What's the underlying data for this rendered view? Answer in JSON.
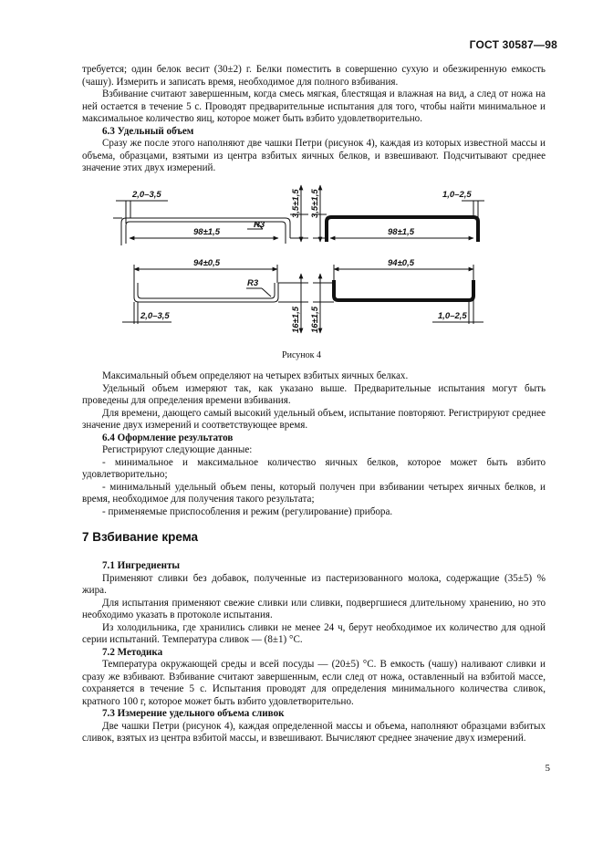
{
  "header": {
    "standard": "ГОСТ 30587—98"
  },
  "para_top": [
    "требуется; один белок весит (30±2) г. Белки поместить в совершенно сухую и обезжиренную емкость (чашу). Измерить и записать время, необходимое для полного взбивания.",
    "Взбивание считают завершенным, когда смесь мягкая, блестящая и влажная на вид, а след от ножа на ней остается в течение 5 с. Проводят предварительные испытания для того, чтобы найти минимальное и максимальное количество яиц, которое может быть взбито удовлетворительно."
  ],
  "s63": {
    "title": "6.3 Удельный объем",
    "text": "Сразу же после этого наполняют две чашки Петри (рисунок 4), каждая из которых известной массы и объема, образцами, взятыми из центра взбитых яичных белков, и взвешивают. Подсчитывают среднее значение этих двух измерений."
  },
  "figure": {
    "caption": "Рисунок 4",
    "dims": {
      "wall_tl": "2,0–3,5",
      "wall_tr": "1,0–2,5",
      "wall_bl": "2,0–3,5",
      "wall_br": "1,0–2,5",
      "height_t1": "3,5±1,5",
      "height_t2": "3,5±1,5",
      "height_b1": "16±1,5",
      "height_b2": "16±1,5",
      "width_t1": "98±1,5",
      "width_t2": "98±1,5",
      "width_b1": "94±0,5",
      "width_b2": "94±0,5",
      "radius_t": "R3",
      "radius_b": "R3"
    }
  },
  "para_mid": [
    "Максимальный объем определяют на четырех взбитых яичных белках.",
    "Удельный объем измеряют так, как указано выше. Предварительные испытания могут быть проведены для определения времени взбивания.",
    "Для времени, дающего самый высокий удельный объем, испытание повторяют. Регистрируют среднее значение двух измерений и соответствующее время."
  ],
  "s64": {
    "title": "6.4 Оформление результатов",
    "intro": "Регистрируют следующие данные:",
    "items": [
      "- минимальное и максимальное количество яичных белков, которое может быть взбито удовлетворительно;",
      "- минимальный удельный объем пены, который получен при взбивании четырех яичных белков, и время, необходимое для получения такого результата;",
      "- применяемые приспособления и режим (регулирование) прибора."
    ]
  },
  "section7": {
    "title": "7 Взбивание крема"
  },
  "s71": {
    "title": "7.1 Ингредиенты",
    "paras": [
      "Применяют сливки без добавок, полученные из пастеризованного молока, содержащие (35±5) % жира.",
      "Для испытания применяют свежие сливки или сливки, подвергшиеся длительному хранению, но это необходимо указать в протоколе испытания.",
      "Из холодильника, где хранились сливки не менее 24 ч, берут необходимое их количество для одной серии испытаний. Температура сливок — (8±1) °С."
    ]
  },
  "s72": {
    "title": "7.2 Методика",
    "text": "Температура окружающей среды и всей посуды — (20±5) °С. В емкость (чашу) наливают сливки и сразу же взбивают. Взбивание считают завершенным, если след от ножа, оставленный на взбитой массе, сохраняется в течение 5 с. Испытания проводят для определения минимального количества сливок, кратного 100 г, которое может быть взбито удовлетворительно."
  },
  "s73": {
    "title": "7.3 Измерение удельного объема сливок",
    "text": "Две чашки Петри (рисунок 4), каждая определенной массы и объема, наполняют образцами взбитых сливок, взятых из центра взбитой массы, и взвешивают. Вычисляют среднее значение двух измерений."
  },
  "page_number": "5"
}
